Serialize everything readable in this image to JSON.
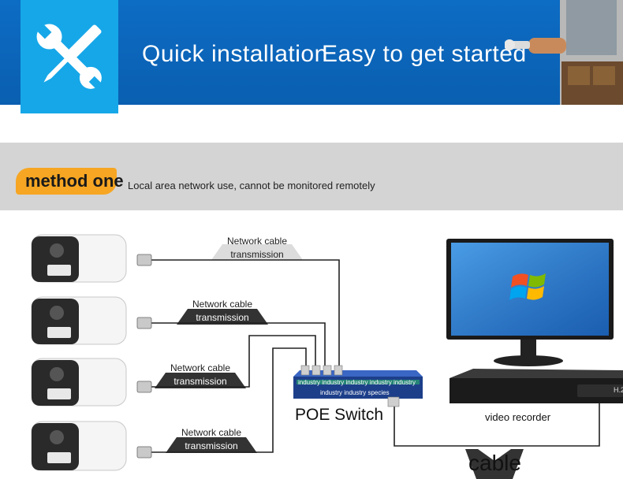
{
  "banner": {
    "title_left": "Quick installation",
    "title_right": "Easy to get started",
    "icon": "wrench-screwdriver-icon"
  },
  "method": {
    "badge_label": "method one",
    "description": "Local area network use, cannot be monitored remotely"
  },
  "cameras": [
    {
      "cable_label_line1": "Network cable",
      "cable_label_line2": "transmission"
    },
    {
      "cable_label_line1": "Network cable",
      "cable_label_line2": "transmission"
    },
    {
      "cable_label_line1": "Network cable",
      "cable_label_line2": "transmission"
    },
    {
      "cable_label_line1": "Network cable",
      "cable_label_line2": "transmission"
    }
  ],
  "switch": {
    "label": "POE Switch",
    "panel_text_line1": "industry industry industry industry industry",
    "panel_text_line2": "industry industry species"
  },
  "recorder": {
    "label": "video recorder",
    "panel_text": "H.2"
  },
  "output": {
    "cable_label": "cable"
  },
  "colors": {
    "banner_blue": "#0a5fb0",
    "icon_cyan": "#16a7e8",
    "badge_orange": "#f6a623",
    "method_bar_gray": "#d4d4d4"
  }
}
